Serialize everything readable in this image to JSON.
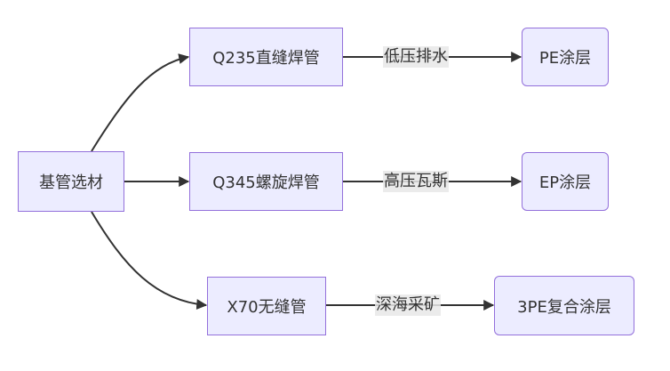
{
  "colors": {
    "node_fill": "#ececff",
    "node_border": "#9370db",
    "edge": "#333333",
    "text": "#333333",
    "label_bg": "#e8e8e8"
  },
  "nodes": {
    "root": "基管选材",
    "pipe_q235": "Q235直缝焊管",
    "pipe_q345": "Q345螺旋焊管",
    "pipe_x70": "X70无缝管",
    "coat_pe": "PE涂层",
    "coat_ep": "EP涂层",
    "coat_3pe": "3PE复合涂层"
  },
  "edge_labels": {
    "low_pressure_drain": "低压排水",
    "high_pressure_gas": "高压瓦斯",
    "deep_sea_mining": "深海采矿"
  }
}
